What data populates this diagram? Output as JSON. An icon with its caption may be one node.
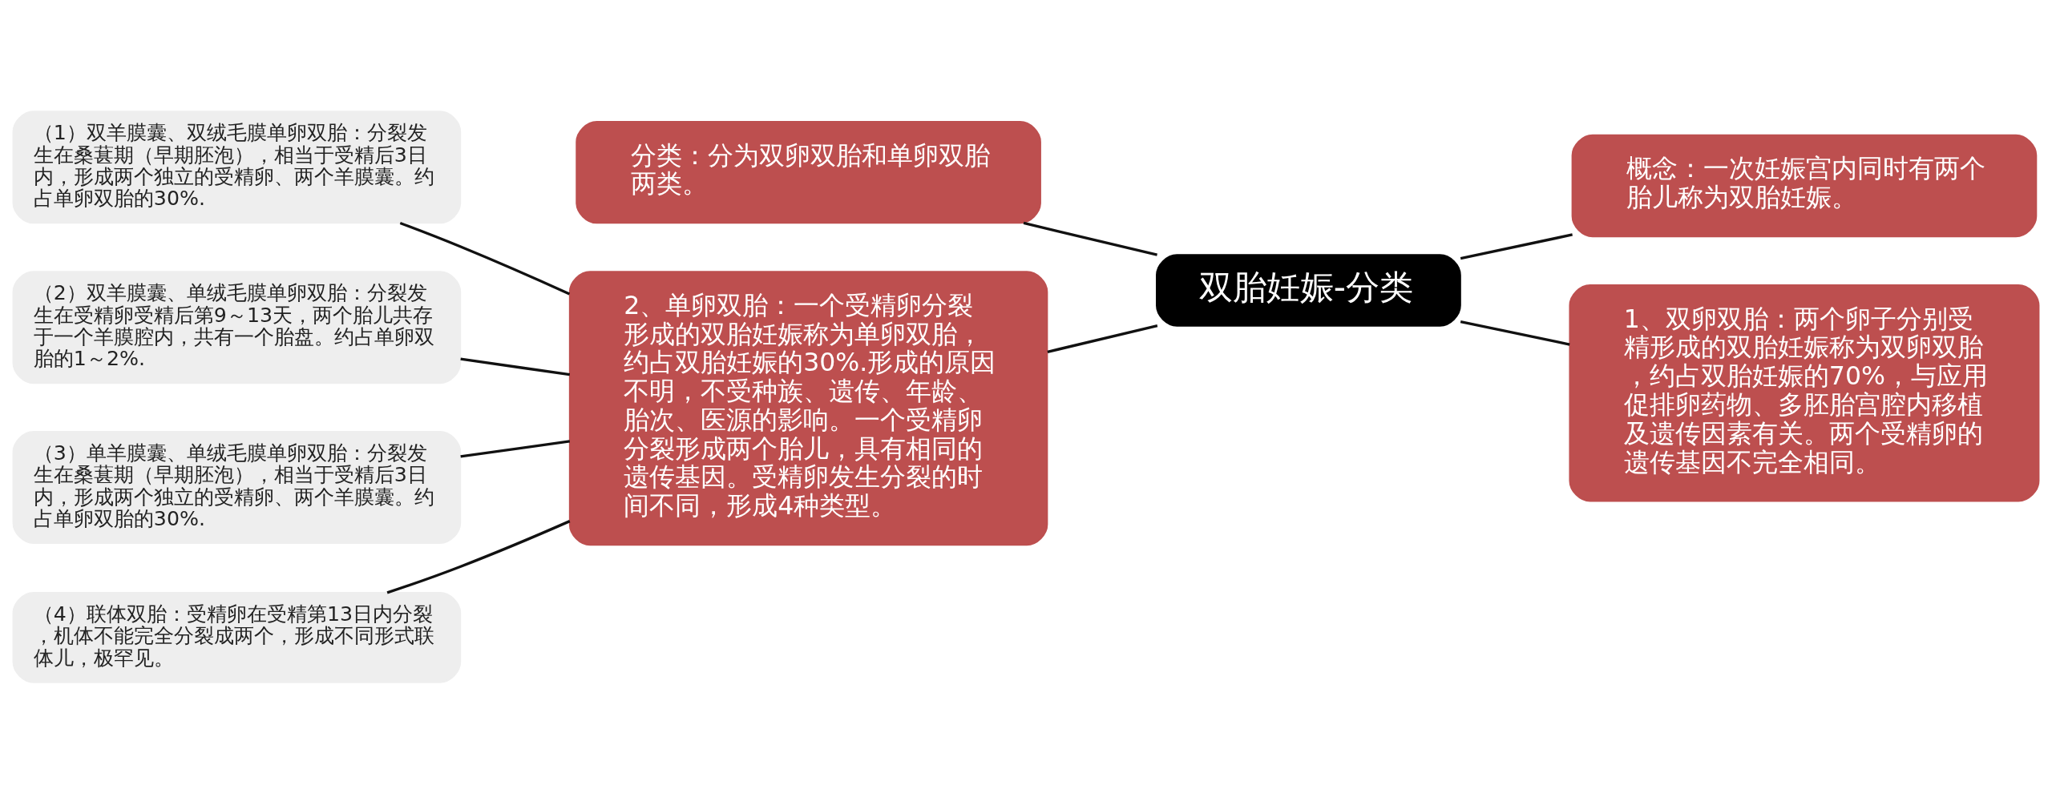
{
  "diagram": {
    "nodes": [
      {
        "text": [
          "双胎妊娠-分类"
        ]
      },
      {
        "text": [
          "分类：分为双卵双胎和单卵双胎两类。"
        ]
      },
      {
        "text": [
          "概念：一次妊娠宫内同时有两个胎儿称为双胎妊娠。"
        ]
      },
      {
        "text": [
          "1、双卵双胎：两个卵子分别受精形成的双胎妊娠称为双卵双胎，约占双胎妊娠的70%，与应用促排卵药物、多胚胎宫腔内移植及遗传因素有关。两个受精卵的遗传基因不完全相同。"
        ]
      },
      {
        "text": [
          "2、单卵双胎：一个受精卵分裂形成的双胎妊娠称为单卵双胎，约占双胎妊娠的30%.形成的原因不明，不受种族、遗传、年龄、胎次、医源的影响。一个受精卵分裂形成两个胎儿，具有相同的遗传基因。受精卵发生分裂的时间不同，形成4种类型。"
        ]
      },
      {
        "text": [
          "（1）双羊膜囊、双绒毛膜单卵双胎：分裂发生在桑葚期（早期胚泡），相当于受精后3日内，形成两个独立的受精卵、两个羊膜囊。约占单卵双胎的30%."
        ]
      },
      {
        "text": [
          "（2）双羊膜囊、单绒毛膜单卵双胎：分裂发生在受精卵受精后第9～13天，两个胎儿共存于一个羊膜腔内，共有一个胎盘。约占单卵双胎的1～2%."
        ]
      },
      {
        "text": [
          "（3）单羊膜囊、单绒毛膜单卵双胎：分裂发生在桑葚期（早期胚泡），相当于受精后3日内，形成两个独立的受精卵、两个羊膜囊。约占单卵双胎的30%."
        ]
      },
      {
        "text": [
          "（4）联体双胎：受精卵在受精第13日内分裂，机体不能完全分裂成两个，形成不同形式联体儿，极罕见。"
        ]
      }
    ],
    "edges": [
      {
        "from": 1,
        "to": 0,
        "arrow": "none"
      },
      {
        "from": 4,
        "to": 0,
        "arrow": "none"
      },
      {
        "from": 0,
        "to": 2,
        "arrow": "none"
      },
      {
        "from": 0,
        "to": 3,
        "arrow": "none"
      },
      {
        "from": 5,
        "to": 4,
        "arrow": "none"
      },
      {
        "from": 6,
        "to": 4,
        "arrow": "none"
      },
      {
        "from": 7,
        "to": 4,
        "arrow": "none"
      },
      {
        "from": 8,
        "to": 4,
        "arrow": "none"
      }
    ]
  }
}
